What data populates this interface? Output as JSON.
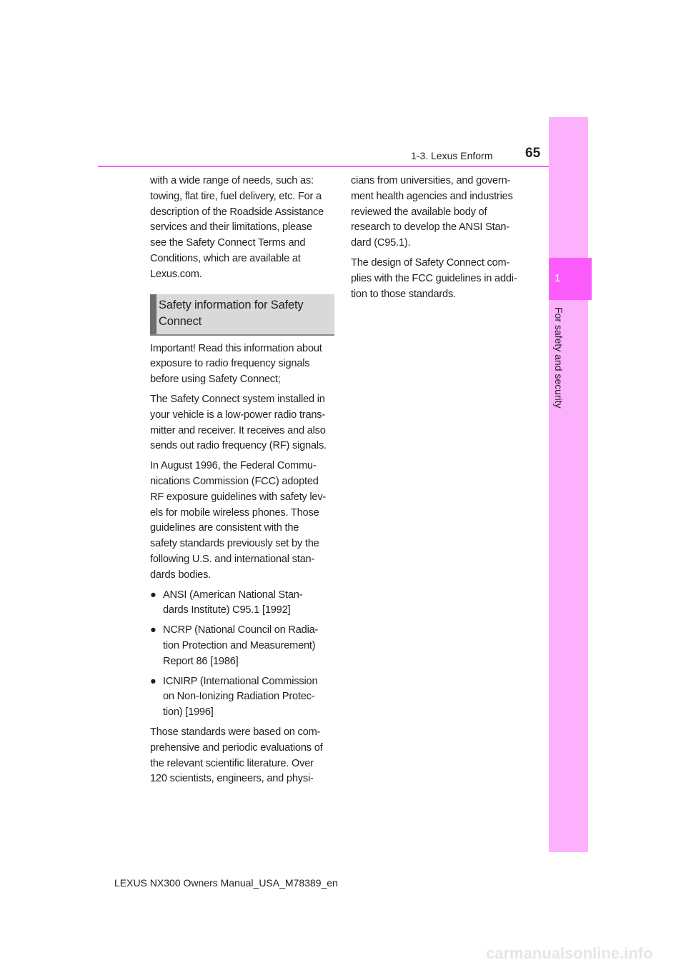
{
  "header": {
    "section": "1-3. Lexus Enform",
    "page_number": "65"
  },
  "side_tab": {
    "number": "1",
    "label": "For safety and security"
  },
  "left_column": {
    "intro": [
      "with a wide range of needs, such as:",
      "towing, flat tire, fuel delivery, etc. For a",
      "description of the Roadside Assistance",
      "services and their limitations, please",
      "see the Safety Connect Terms and",
      "Conditions, which are available at",
      "Lexus.com."
    ],
    "section_heading": [
      "Safety information for Safety",
      "Connect"
    ],
    "paragraphs": [
      [
        "Important! Read this information about",
        "exposure to radio frequency signals",
        "before using Safety Connect;"
      ],
      [
        "The Safety Connect system installed in",
        "your vehicle is a low-power radio trans-",
        "mitter and receiver. It receives and also",
        "sends out radio frequency (RF) signals."
      ],
      [
        "In August 1996, the Federal Commu-",
        "nications Commission (FCC) adopted",
        "RF exposure guidelines with safety lev-",
        "els for mobile wireless phones. Those",
        "guidelines are consistent with the",
        "safety standards previously set by the",
        "following U.S. and international stan-",
        "dards bodies."
      ]
    ],
    "bullet_glyph": "●",
    "bullets": [
      [
        "ANSI (American National Stan-",
        "dards Institute) C95.1 [1992]"
      ],
      [
        "NCRP (National Council on Radia-",
        "tion Protection and Measurement)",
        "Report 86 [1986]"
      ],
      [
        "ICNIRP (International Commission",
        "on Non-Ionizing Radiation Protec-",
        "tion) [1996]"
      ]
    ],
    "closing": [
      "Those standards were based on com-",
      "prehensive and periodic evaluations of",
      "the relevant scientific literature. Over",
      "120 scientists, engineers, and physi-"
    ]
  },
  "right_column": {
    "paragraphs": [
      [
        "cians from universities, and govern-",
        "ment health agencies and industries",
        "reviewed the available body of",
        "research to develop the ANSI Stan-",
        "dard (C95.1)."
      ],
      [
        "The design of Safety Connect com-",
        "plies with the FCC guidelines in addi-",
        "tion to those standards."
      ]
    ]
  },
  "footer": "LEXUS NX300 Owners Manual_USA_M78389_en",
  "watermark": "carmanualsonline.info"
}
